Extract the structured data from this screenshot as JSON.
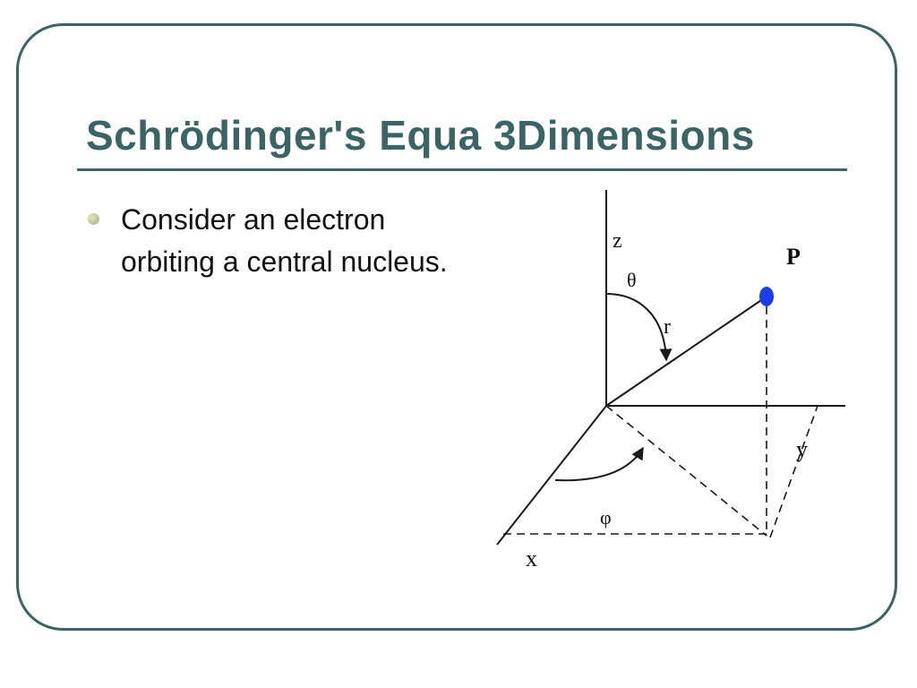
{
  "slide": {
    "title": "Schrödinger's Equa 3Dimensions",
    "bullets": [
      {
        "text": "Consider an electron orbiting a central nucleus."
      }
    ]
  },
  "diagram": {
    "labels": {
      "z": "z",
      "theta": "θ",
      "r": "r",
      "point": "P",
      "x": "x",
      "y": "y",
      "phi": "φ"
    },
    "colors": {
      "frame": "#3b6464",
      "title": "#3b6464",
      "point": "#1a3ee6",
      "lines": "#1a1a1a"
    }
  }
}
